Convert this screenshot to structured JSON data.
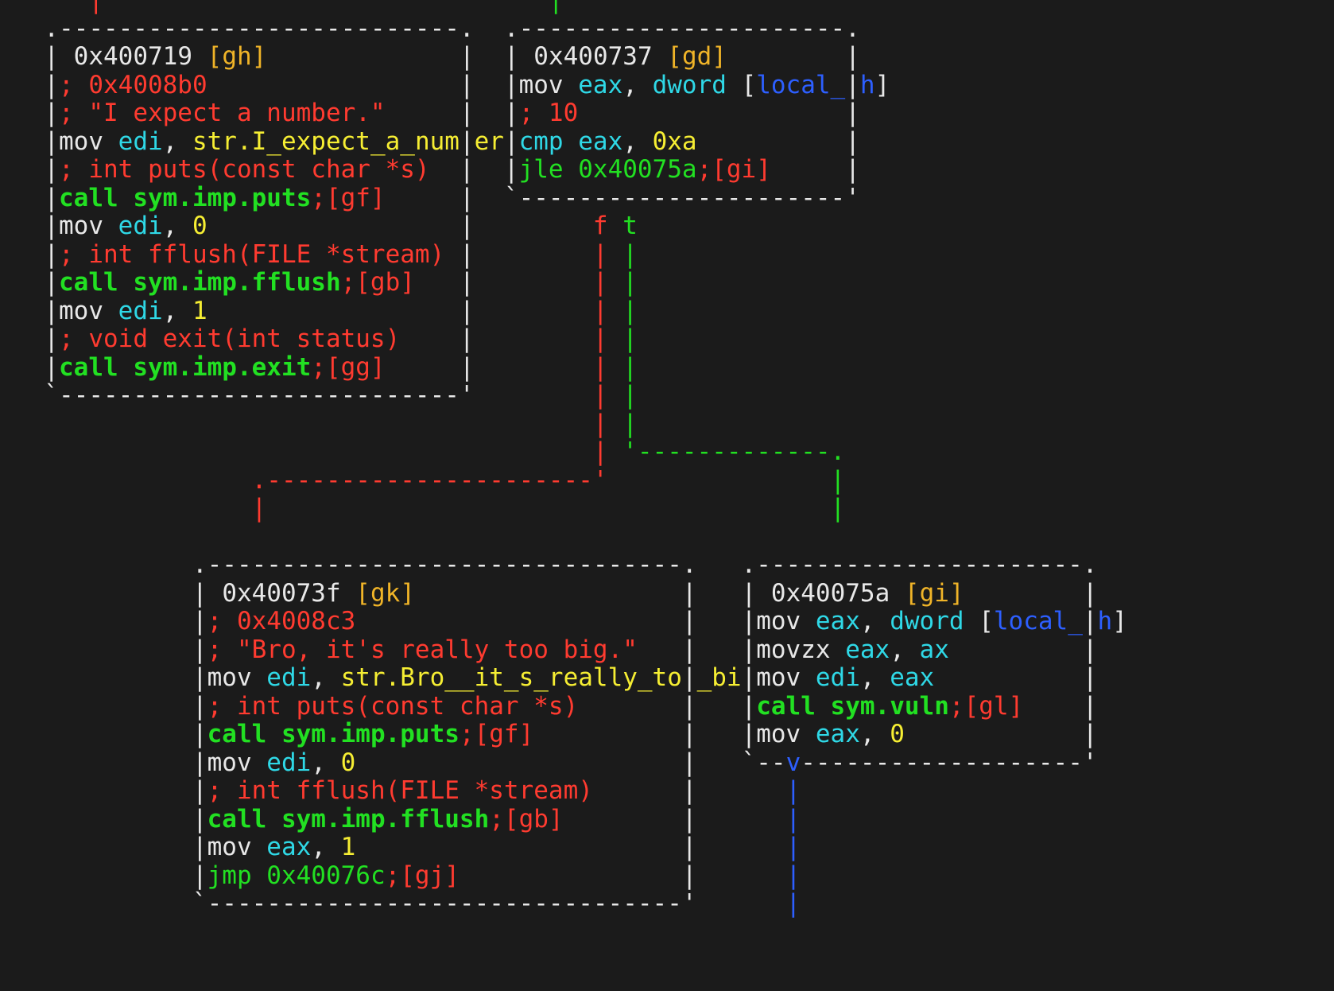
{
  "colors": {
    "background": "#1b1b1b",
    "w": "#e8e8e8",
    "r": "#ff3b30",
    "g": "#22e022",
    "c": "#2fd8e6",
    "y": "#f6ee33",
    "o": "#f0b428",
    "b": "#2d5fff",
    "bg": "#22e022"
  },
  "blocks": [
    {
      "id": "gh",
      "address": "0x400719",
      "label": "[gh]",
      "lines": [
        [
          [
            "r",
            "; 0x4008b0"
          ]
        ],
        [
          [
            "r",
            "; \"I expect a number.\""
          ]
        ],
        [
          [
            "w",
            "mov "
          ],
          [
            "c",
            "edi"
          ],
          [
            "w",
            ", "
          ],
          [
            "y",
            "str.I_expect_a_number."
          ]
        ],
        [
          [
            "r",
            "; int puts(const char *s)"
          ]
        ],
        [
          [
            "bg",
            "call sym.imp.puts"
          ],
          [
            "r",
            ";[gf]"
          ]
        ],
        [
          [
            "w",
            "mov "
          ],
          [
            "c",
            "edi"
          ],
          [
            "w",
            ", "
          ],
          [
            "y",
            "0"
          ]
        ],
        [
          [
            "r",
            "; int fflush(FILE *stream)"
          ]
        ],
        [
          [
            "bg",
            "call sym.imp.fflush"
          ],
          [
            "r",
            ";[gb]"
          ]
        ],
        [
          [
            "w",
            "mov "
          ],
          [
            "c",
            "edi"
          ],
          [
            "w",
            ", "
          ],
          [
            "y",
            "1"
          ]
        ],
        [
          [
            "r",
            "; void exit(int status)"
          ]
        ],
        [
          [
            "bg",
            "call sym.imp.exit"
          ],
          [
            "r",
            ";[gg]"
          ]
        ]
      ]
    },
    {
      "id": "gd",
      "address": "0x400737",
      "label": "[gd]",
      "lines": [
        [
          [
            "w",
            "mov "
          ],
          [
            "c",
            "eax"
          ],
          [
            "w",
            ", "
          ],
          [
            "c",
            "dword "
          ],
          [
            "w",
            "["
          ],
          [
            "b",
            "local_8h"
          ],
          [
            "w",
            "]"
          ]
        ],
        [
          [
            "r",
            "; 10"
          ]
        ],
        [
          [
            "c",
            "cmp "
          ],
          [
            "c",
            "eax"
          ],
          [
            "w",
            ", "
          ],
          [
            "y",
            "0xa"
          ]
        ],
        [
          [
            "g",
            "jle 0x40075a"
          ],
          [
            "r",
            ";[gi]"
          ]
        ]
      ]
    },
    {
      "id": "gk",
      "address": "0x40073f",
      "label": "[gk]",
      "lines": [
        [
          [
            "r",
            "; 0x4008c3"
          ]
        ],
        [
          [
            "r",
            "; \"Bro, it's really too big.\""
          ]
        ],
        [
          [
            "w",
            "mov "
          ],
          [
            "c",
            "edi"
          ],
          [
            "w",
            ", "
          ],
          [
            "y",
            "str.Bro__it_s_really_too_big."
          ]
        ],
        [
          [
            "r",
            "; int puts(const char *s)"
          ]
        ],
        [
          [
            "bg",
            "call sym.imp.puts"
          ],
          [
            "r",
            ";[gf]"
          ]
        ],
        [
          [
            "w",
            "mov "
          ],
          [
            "c",
            "edi"
          ],
          [
            "w",
            ", "
          ],
          [
            "y",
            "0"
          ]
        ],
        [
          [
            "r",
            "; int fflush(FILE *stream)"
          ]
        ],
        [
          [
            "bg",
            "call sym.imp.fflush"
          ],
          [
            "r",
            ";[gb]"
          ]
        ],
        [
          [
            "w",
            "mov "
          ],
          [
            "c",
            "eax"
          ],
          [
            "w",
            ", "
          ],
          [
            "y",
            "1"
          ]
        ],
        [
          [
            "g",
            "jmp 0x40076c"
          ],
          [
            "r",
            ";[gj]"
          ]
        ]
      ]
    },
    {
      "id": "gi",
      "address": "0x40075a",
      "label": "[gi]",
      "lines": [
        [
          [
            "w",
            "mov "
          ],
          [
            "c",
            "eax"
          ],
          [
            "w",
            ", "
          ],
          [
            "c",
            "dword "
          ],
          [
            "w",
            "["
          ],
          [
            "b",
            "local_8h"
          ],
          [
            "w",
            "]"
          ]
        ],
        [
          [
            "w",
            "movzx "
          ],
          [
            "c",
            "eax"
          ],
          [
            "w",
            ", "
          ],
          [
            "c",
            "ax"
          ]
        ],
        [
          [
            "w",
            "mov "
          ],
          [
            "c",
            "edi"
          ],
          [
            "w",
            ", "
          ],
          [
            "c",
            "eax"
          ]
        ],
        [
          [
            "bg",
            "call sym.vuln"
          ],
          [
            "r",
            ";[gl]"
          ]
        ],
        [
          [
            "w",
            "mov "
          ],
          [
            "c",
            "eax"
          ],
          [
            "w",
            ", "
          ],
          [
            "y",
            "0"
          ]
        ]
      ]
    }
  ],
  "edges": {
    "branch_false_label": "f",
    "branch_true_label": "t",
    "down_arrow_label": "v"
  }
}
